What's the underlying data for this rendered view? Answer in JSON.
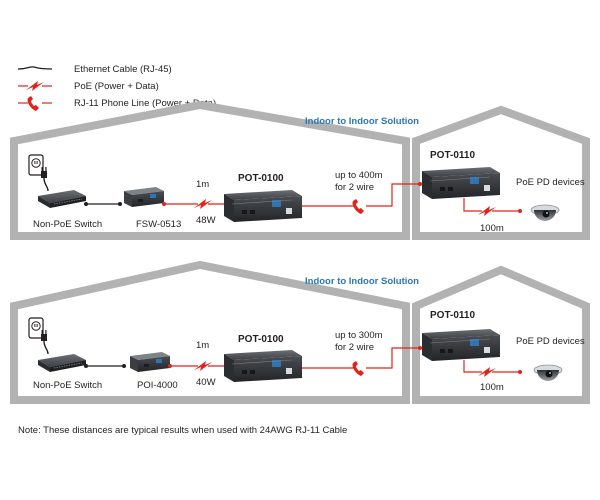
{
  "legend": {
    "ethernet": "Ethernet Cable (RJ-45)",
    "poe": "PoE (Power + Data)",
    "rj11": "RJ-11 Phone Line (Power + Data)"
  },
  "scenarios": [
    {
      "solution_title": "Indoor to Indoor Solution",
      "switch_label": "Non-PoE Switch",
      "injector_label": "FSW-0513",
      "length_label": "1m",
      "power_label": "48W",
      "transmitter_label": "POT-0100",
      "distance_line1": "up to 400m",
      "distance_line2": "for 2 wire",
      "receiver_label": "POT-0110",
      "pd_label": "PoE PD devices",
      "pd_length_label": "100m"
    },
    {
      "solution_title": "Indoor to Indoor Solution",
      "switch_label": "Non-PoE Switch",
      "injector_label": "POI-4000",
      "length_label": "1m",
      "power_label": "40W",
      "transmitter_label": "POT-0100",
      "distance_line1": "up to 300m",
      "distance_line2": "for 2 wire",
      "receiver_label": "POT-0110",
      "pd_label": "PoE PD devices",
      "pd_length_label": "100m"
    }
  ],
  "note": "Note: These distances are typical results when used with 24AWG RJ-11 Cable",
  "colors": {
    "house_outline": "#b2b2b2",
    "poe_line": "#e2231a",
    "ethernet_line": "#231f20",
    "solution_title": "#2e75b6",
    "device_body": "#3a3d40"
  },
  "icons": [
    "power-outlet-icon",
    "power-plug-icon",
    "network-switch-icon",
    "poe-injector-icon",
    "poe-transmitter-icon",
    "poe-receiver-icon",
    "dome-camera-icon",
    "poe-bolt-icon",
    "phone-handset-icon"
  ]
}
